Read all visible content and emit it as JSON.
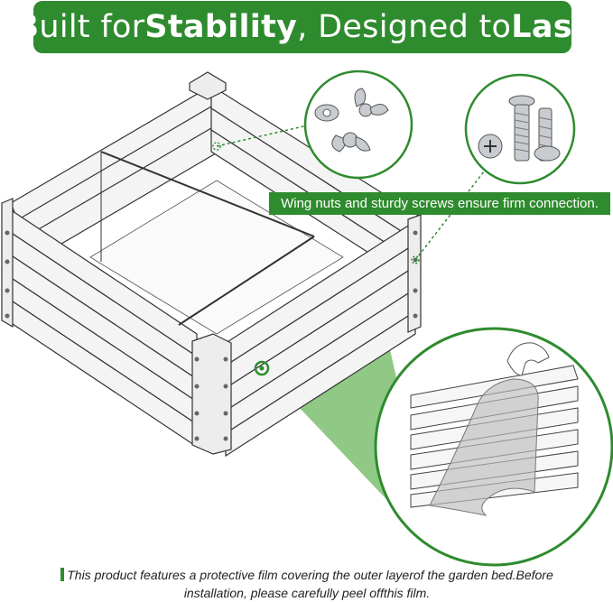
{
  "title": {
    "prefix": "Built for ",
    "bold_1": "Stability",
    "middle": " , Designed to ",
    "bold_2": "Last"
  },
  "callout": {
    "text": "Wing nuts and sturdy screws ensure firm connection."
  },
  "footnote": {
    "line_1": "This product features a protective film covering the outer layerof the garden bed.Before",
    "line_2": "installation, please carefully peel offthis film."
  },
  "colors": {
    "accent_green": "#2e8b2e",
    "light_green": "#7cc070",
    "metal": "#f2f2f2",
    "outline": "#333333"
  },
  "icons": [
    "wing-nut-icon",
    "screw-icon",
    "hand-icon"
  ]
}
